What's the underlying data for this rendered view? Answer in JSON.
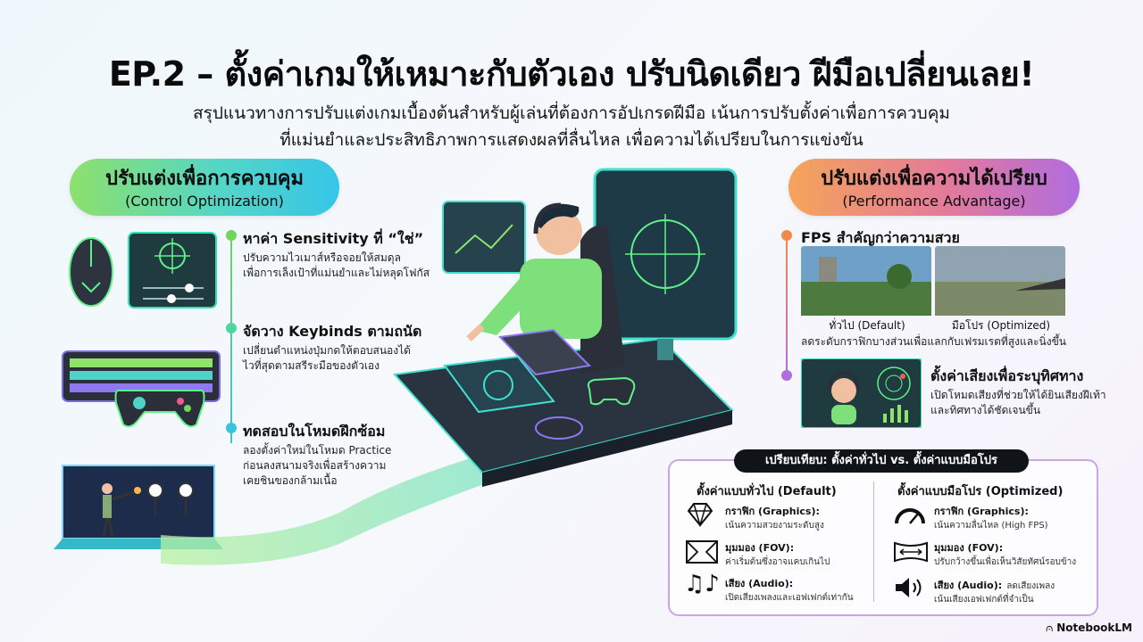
{
  "header": {
    "title": "EP.2 – ตั้งค่าเกมให้เหมาะกับตัวเอง ปรับนิดเดียว ฝีมือเปลี่ยนเลย!",
    "subtitle_line1": "สรุปแนวทางการปรับแต่งเกมเบื้องต้นสำหรับผู้เล่นที่ต้องการอัปเกรดฝีมือ เน้นการปรับตั้งค่าเพื่อการควบคุม",
    "subtitle_line2": "ที่แม่นยำและประสิทธิภาพการแสดงผลที่ลื่นไหล เพื่อความได้เปรียบในการแข่งขัน"
  },
  "left_section": {
    "pill_title": "ปรับแต่งเพื่อการควบคุม",
    "pill_subtitle": "(Control Optimization)",
    "items": [
      {
        "heading": "หาค่า Sensitivity ที่ “ใช่”",
        "desc1": "ปรับความไวเมาส์หรือจอยให้สมดุล",
        "desc2": "เพื่อการเล็งเป้าที่แม่นยำและไม่หลุดโฟกัส"
      },
      {
        "heading": "จัดวาง Keybinds ตามถนัด",
        "desc1": "เปลี่ยนตำแหน่งปุ่มกดให้ตอบสนองได้",
        "desc2": "ไวที่สุดตามสรีระมือของตัวเอง"
      },
      {
        "heading": "ทดสอบในโหมดฝึกซ้อม",
        "desc1": "ลองตั้งค่าใหม่ในโหมด Practice",
        "desc2": "ก่อนลงสนามจริงเพื่อสร้างความ",
        "desc3": "เคยชินของกล้ามเนื้อ"
      }
    ]
  },
  "right_section": {
    "pill_title": "ปรับแต่งเพื่อความได้เปรียบ",
    "pill_subtitle": "(Performance Advantage)",
    "fps_heading": "FPS สำคัญกว่าความสวย",
    "img_label_default": "ทั่วไป (Default)",
    "img_label_pro": "มือโปร (Optimized)",
    "fps_desc": "ลดระดับกราฟิกบางส่วนเพื่อแลกกับเฟรมเรตที่สูงและนิ่งขึ้น",
    "audio_heading": "ตั้งค่าเสียงเพื่อระบุทิศทาง",
    "audio_desc1": "เปิดโหมดเสียงที่ช่วยให้ได้ยินเสียงฝีเท้า",
    "audio_desc2": "และทิศทางได้ชัดเจนขึ้น"
  },
  "comparison": {
    "header": "เปรียบเทียบ: ตั้งค่าทั่วไป vs. ตั้งค่าแบบมือโปร",
    "default_title": "ตั้งค่าแบบทั่วไป (Default)",
    "pro_title": "ตั้งค่าแบบมือโปร (Optimized)",
    "default_rows": [
      {
        "key": "กราฟิก (Graphics):",
        "val": "เน้นความสวยงามระดับสูง",
        "icon": "diamond-icon"
      },
      {
        "key": "มุมมอง (FOV):",
        "val": "ค่าเริ่มต้นซึ่งอาจแคบเกินไป",
        "icon": "narrow-view-icon"
      },
      {
        "key": "เสียง (Audio):",
        "val": "เปิดเสียงเพลงและเอฟเฟกต์เท่ากัน",
        "icon": "music-icon"
      }
    ],
    "pro_rows": [
      {
        "key": "กราฟิก (Graphics):",
        "val": "เน้นความลื่นไหล (High FPS)",
        "icon": "speedometer-icon"
      },
      {
        "key": "มุมมอง (FOV):",
        "val": "ปรับกว้างขึ้นเพื่อเห็นวิสัยทัศน์รอบข้าง",
        "icon": "wide-view-icon"
      },
      {
        "key": "เสียง (Audio):",
        "val": "ลดเสียงเพลง",
        "val2": "เน้นเสียงเอฟเฟกต์ที่จำเป็น",
        "icon": "speaker-icon"
      }
    ]
  },
  "brand": "NotebookLM",
  "colors": {
    "green": "#6fd65a",
    "cyan": "#38c4d9",
    "orange": "#f08a4a",
    "purple": "#b06ce0",
    "dark": "#101418"
  }
}
